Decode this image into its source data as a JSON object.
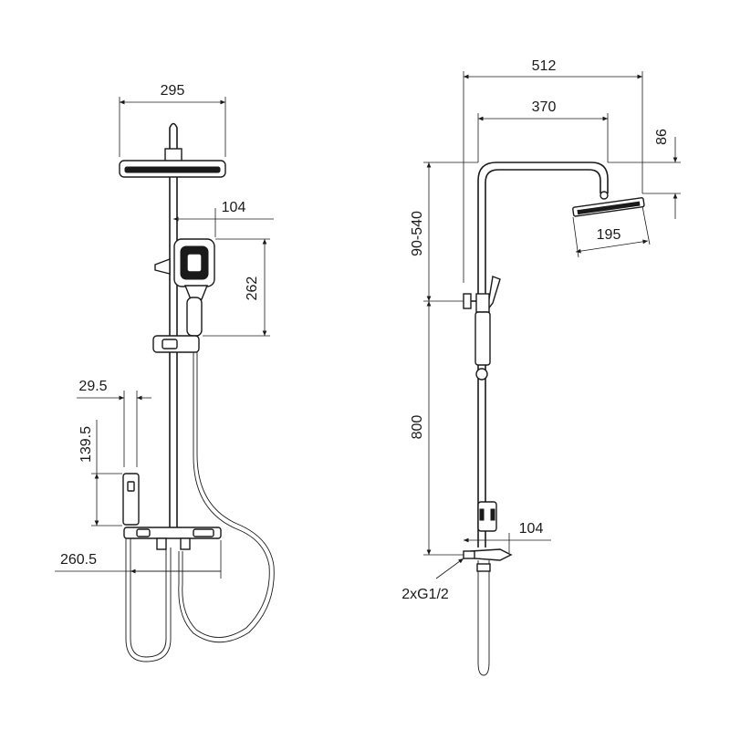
{
  "dimensions": {
    "front_head_width": "295",
    "front_handshower_offset": "104",
    "front_handshower_height": "262",
    "front_diverter_offset": "29.5",
    "front_diverter_height": "139.5",
    "front_hose_width": "260.5",
    "side_total_reach": "512",
    "side_arm_reach": "370",
    "side_head_drop": "86",
    "side_adjust_range": "90-540",
    "side_head_diameter": "195",
    "side_height": "800",
    "side_valve_depth": "104",
    "side_inlet": "2xG1/2"
  },
  "colors": {
    "line": "#1a1a1a",
    "background": "#ffffff"
  }
}
